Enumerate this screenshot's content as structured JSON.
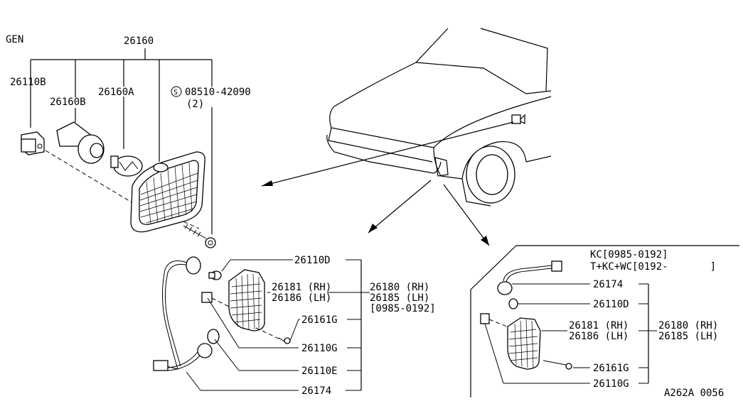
{
  "header": {
    "gen": "GEN"
  },
  "gen_group": {
    "assembly": "26160",
    "socket": "26110B",
    "bulb_holder": "26160B",
    "bulb": "26160A",
    "screw_code": "08510-42090",
    "screw_qty": "(2)",
    "screw_symbol": "S"
  },
  "lower_left": {
    "bulb": "26110D",
    "lens_rh": "26181 (RH)",
    "lens_lh": "26186 (LH)",
    "assy_rh": "26180 (RH)",
    "assy_lh": "26185 (LH)",
    "date": "[0985-0192]",
    "screw": "26161G",
    "socket": "26110G",
    "bulb2": "26110E",
    "harness": "26174"
  },
  "lower_right": {
    "variant1": "KC[0985-0192]",
    "variant2": "T+KC+WC[0192-       ]",
    "harness": "26174",
    "bulb": "26110D",
    "lens_rh": "26181 (RH)",
    "lens_lh": "26186 (LH)",
    "assy_rh": "26180 (RH)",
    "assy_lh": "26185 (LH)",
    "screw": "26161G",
    "socket": "26110G"
  },
  "footer": {
    "code": "A262A 0056"
  }
}
